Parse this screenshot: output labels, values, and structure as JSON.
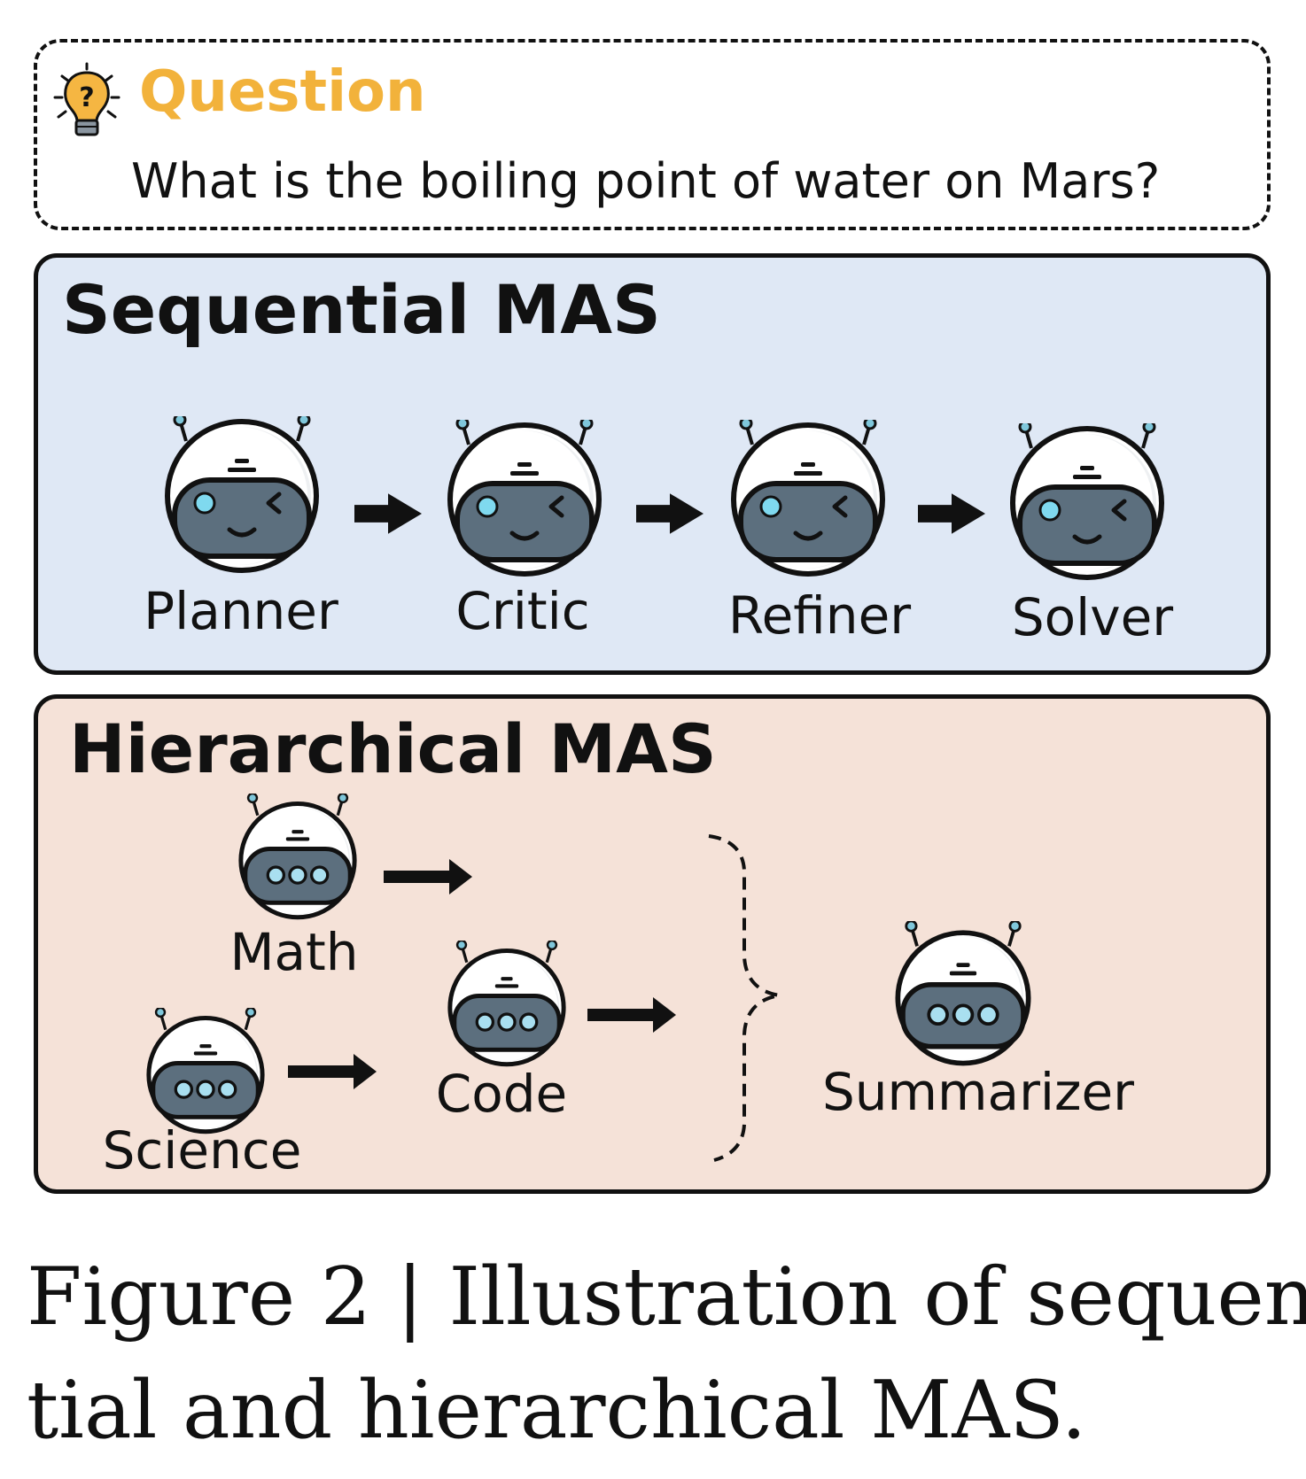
{
  "question": {
    "icon": "lightbulb-question-icon",
    "title": "Question",
    "text": "What is the boiling point of water on Mars?",
    "title_color": "#f2b23b"
  },
  "sequential": {
    "title": "Sequential MAS",
    "background": "#dfe8f5",
    "agents": [
      "Planner",
      "Critic",
      "Refiner",
      "Solver"
    ]
  },
  "hierarchical": {
    "title": "Hierarchical MAS",
    "background": "#f5e2d8",
    "agents": [
      "Math",
      "Science",
      "Code"
    ],
    "aggregator": "Summarizer"
  },
  "caption": {
    "line1": "Figure 2 | Illustration of sequen-",
    "line2": "tial and hierarchical MAS."
  }
}
